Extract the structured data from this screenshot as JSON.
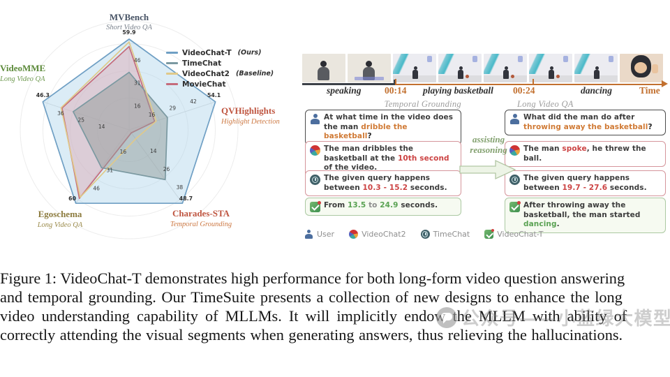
{
  "radar": {
    "legend": [
      {
        "label": "VideoChat-T",
        "suffix": "(Ours)",
        "color": "#6f9fc4"
      },
      {
        "label": "TimeChat",
        "suffix": "",
        "color": "#7b99a1"
      },
      {
        "label": "VideoChat2",
        "suffix": "(Baseline)",
        "color": "#e0c989"
      },
      {
        "label": "MovieChat",
        "suffix": "",
        "color": "#c56b7b"
      }
    ]
  },
  "chart_data": {
    "type": "radar",
    "axes": [
      {
        "name": "MVBench",
        "subtitle": "Short Video QA",
        "max": 59.9,
        "max_label": "59.9",
        "ticks": [
          16,
          31,
          46
        ],
        "name_color": "#465264",
        "subtitle_color": "#7a828c"
      },
      {
        "name": "QVHighlights",
        "subtitle": "Highlight Detection",
        "max": 54.1,
        "max_label": "54.1",
        "ticks": [
          16,
          29,
          42
        ],
        "name_color": "#bf5540",
        "subtitle_color": "#cd7a45"
      },
      {
        "name": "Charades-STA",
        "subtitle": "Temporal Grounding",
        "max": 48.7,
        "max_label": "48.7",
        "ticks": [
          14,
          26,
          38
        ],
        "name_color": "#bf5540",
        "subtitle_color": "#cd7a45"
      },
      {
        "name": "Egoschema",
        "subtitle": "Long Video QA",
        "max": 60,
        "max_label": "60",
        "ticks": [
          16,
          31,
          46
        ],
        "name_color": "#8c7b3e",
        "subtitle_color": "#9a8a4a"
      },
      {
        "name": "VideoMME",
        "subtitle": "Long Video QA",
        "max": 46.3,
        "max_label": "46.3",
        "ticks": [
          14,
          25,
          36
        ],
        "name_color": "#5c8a3a",
        "subtitle_color": "#6f9a50"
      }
    ],
    "series": [
      {
        "name": "VideoChat-T (Ours)",
        "color": "#6f9fc4",
        "fill": "rgba(176,212,234,0.45)",
        "values": [
          59.9,
          54.1,
          48.7,
          60.0,
          46.3
        ]
      },
      {
        "name": "TimeChat",
        "color": "#7b99a1",
        "fill": "rgba(145,155,153,0.5)",
        "values": [
          38,
          24,
          33,
          31,
          30
        ]
      },
      {
        "name": "VideoChat2 (Baseline)",
        "color": "#e0c989",
        "fill": "none",
        "values": [
          58,
          17,
          6,
          55,
          36.5
        ]
      },
      {
        "name": "MovieChat",
        "color": "#c56b7b",
        "fill": "rgba(222,173,183,0.5)",
        "values": [
          55,
          16,
          2,
          56,
          36
        ]
      }
    ]
  },
  "video_panel": {
    "frames": [
      {
        "scene": "speaking"
      },
      {
        "scene": "speaking-subtitle"
      },
      {
        "scene": "room-standing"
      },
      {
        "scene": "dribbling-basketball"
      },
      {
        "scene": "holding-basketball"
      },
      {
        "scene": "throwing-basketball"
      },
      {
        "scene": "dancing"
      },
      {
        "scene": "dancing-close-up"
      }
    ],
    "timeline": {
      "segments": [
        {
          "label": "speaking",
          "tone": "dark"
        },
        {
          "label": "00:14",
          "tone": "orange"
        },
        {
          "label": "playing basketball",
          "tone": "dark"
        },
        {
          "label": "00:24",
          "tone": "orange"
        },
        {
          "label": "dancing",
          "tone": "dark"
        },
        {
          "label": "Time",
          "tone": "orange"
        }
      ]
    },
    "columns": {
      "left": {
        "header": "Temporal Grounding",
        "boxes": [
          {
            "speaker": "User",
            "segments": [
              [
                "plain",
                "At what time in the video does the man "
              ],
              [
                "orange",
                "dribble the basketball"
              ],
              [
                "bold",
                "?"
              ]
            ]
          },
          {
            "speaker": "VideoChat2",
            "segments": [
              [
                "plain",
                "The man dribbles the basketball at the "
              ],
              [
                "red",
                "10th second"
              ],
              [
                "plain",
                " of the video."
              ]
            ]
          },
          {
            "speaker": "TimeChat",
            "segments": [
              [
                "plain",
                "The given query happens between "
              ],
              [
                "red",
                "10.3 - 15.2"
              ],
              [
                "plain",
                " seconds."
              ]
            ]
          },
          {
            "speaker": "VideoChat-T",
            "segments": [
              [
                "plain",
                "From "
              ],
              [
                "green",
                "13.5"
              ],
              [
                "gray",
                " to "
              ],
              [
                "green",
                "24.9"
              ],
              [
                "plain",
                " seconds."
              ]
            ]
          }
        ]
      },
      "right": {
        "header": "Long Video QA",
        "boxes": [
          {
            "speaker": "User",
            "segments": [
              [
                "plain",
                "What did the man do after "
              ],
              [
                "orange",
                "throwing away the basketball"
              ],
              [
                "bold",
                "?"
              ]
            ]
          },
          {
            "speaker": "VideoChat2",
            "segments": [
              [
                "plain",
                "The man "
              ],
              [
                "red",
                "spoke"
              ],
              [
                "plain",
                ", he threw the ball."
              ]
            ]
          },
          {
            "speaker": "TimeChat",
            "segments": [
              [
                "plain",
                "The given query happens between "
              ],
              [
                "red",
                "19.7 - 27.6"
              ],
              [
                "plain",
                " seconds."
              ]
            ]
          },
          {
            "speaker": "VideoChat-T",
            "segments": [
              [
                "plain",
                "After throwing away the basketball, the man started "
              ],
              [
                "green",
                "dancing"
              ],
              [
                "plain",
                "."
              ]
            ]
          }
        ]
      }
    },
    "assist": {
      "line1": "assisting",
      "line2": "reasoning"
    },
    "legend": [
      {
        "label": "User",
        "icon": "user-icon"
      },
      {
        "label": "VideoChat2",
        "icon": "videochat2-icon"
      },
      {
        "label": "TimeChat",
        "icon": "timechat-icon"
      },
      {
        "label": "VideoChat-T",
        "icon": "videochat-t-icon"
      }
    ]
  },
  "caption": {
    "lines": [
      "Figure 1: VideoChat-T demonstrates high performance for both long-form video question answering",
      "and temporal grounding.  Our TimeSuite presents a collection of new designs to enhance the long",
      "video understanding capability of MLLMs.  It will implicitly endow the MLLM with ability of",
      "correctly attending the visual segments when generating answers, thus relieving the hallucinations."
    ]
  },
  "watermark": {
    "text": "公众号——小蓝绿大模型"
  }
}
